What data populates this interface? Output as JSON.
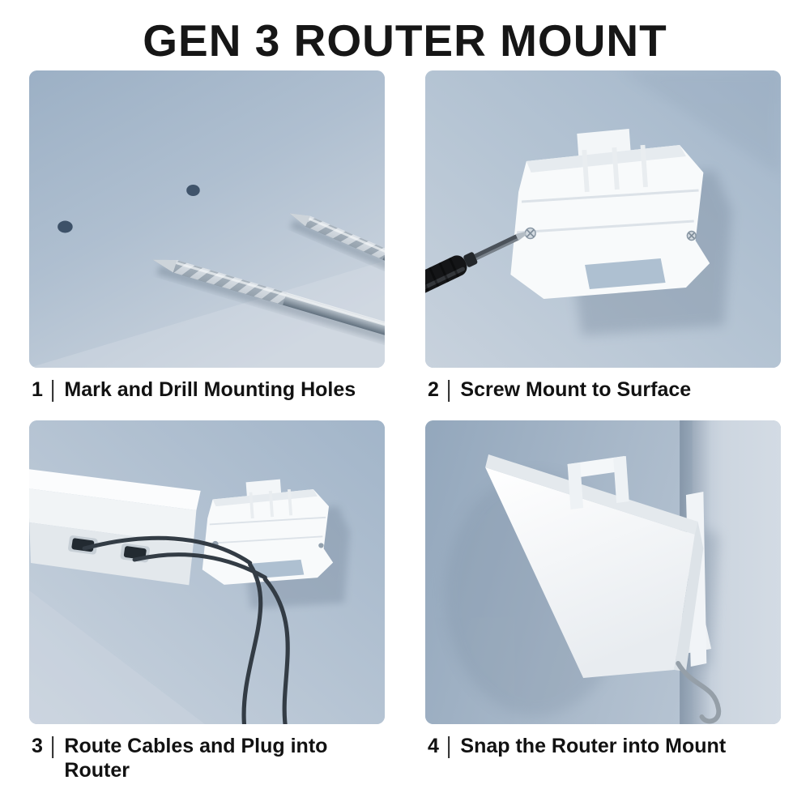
{
  "page": {
    "title": "GEN 3 ROUTER MOUNT"
  },
  "steps": [
    {
      "number": "1",
      "separator": "|",
      "caption": "Mark and Drill Mounting Holes",
      "scene": "two-drill-bits-pointing-at-marked-wall-holes"
    },
    {
      "number": "2",
      "separator": "|",
      "caption": "Screw Mount to Surface",
      "scene": "screwdriver-fastening-white-mount-to-wall"
    },
    {
      "number": "3",
      "separator": "|",
      "caption": "Route Cables and Plug into Router",
      "scene": "cables-from-router-ports-routed-through-mount"
    },
    {
      "number": "4",
      "separator": "|",
      "caption": "Snap the Router into Mount",
      "scene": "router-snapping-into-wall-mount-at-corner"
    }
  ],
  "colors": {
    "background": "#ffffff",
    "text": "#141414",
    "wall_blue": "#aebfd2",
    "device_white": "#f5f7f9",
    "cable_dark": "#333c45"
  }
}
